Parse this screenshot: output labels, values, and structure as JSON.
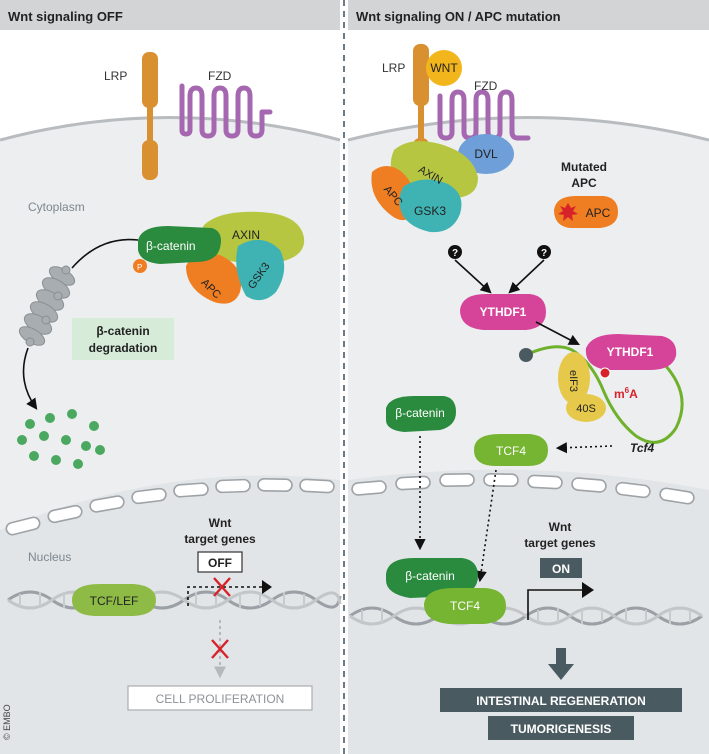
{
  "left_panel": {
    "title": "Wnt signaling OFF",
    "lrp": "LRP",
    "fzd": "FZD",
    "cytoplasm": "Cytoplasm",
    "beta_catenin": "β-catenin",
    "axin": "AXIN",
    "apc": "APC",
    "gsk3": "GSK3",
    "phospho": "P",
    "degradation_line1": "β-catenin",
    "degradation_line2": "degradation",
    "nucleus": "Nucleus",
    "target_line1": "Wnt",
    "target_line2": "target genes",
    "status": "OFF",
    "tcf_lef": "TCF/LEF",
    "outcome": "CELL PROLIFERATION"
  },
  "right_panel": {
    "title": "Wnt signaling ON / APC mutation",
    "lrp": "LRP",
    "wnt": "WNT",
    "fzd": "FZD",
    "dvl": "DVL",
    "axin": "AXIN",
    "apc": "APC",
    "gsk3": "GSK3",
    "mutated_line1": "Mutated",
    "mutated_line2": "APC",
    "mutated_apc": "APC",
    "question": "?",
    "ythdf1": "YTHDF1",
    "ythdf1_bound": "YTHDF1",
    "eif3": "eIF3",
    "ribosome_40s": "40S",
    "m6a_base": "m",
    "m6a_sup": "6",
    "m6a_tail": "A",
    "tcf4_mrna": "Tcf4",
    "beta_catenin": "β-catenin",
    "tcf4": "TCF4",
    "nuclear_beta_catenin": "β-catenin",
    "nuclear_tcf4": "TCF4",
    "target_line1": "Wnt",
    "target_line2": "target genes",
    "status": "ON",
    "outcome1": "INTESTINAL REGENERATION",
    "outcome2": "TUMORIGENESIS"
  },
  "credit": "© EMBO",
  "colors": {
    "title_bar": "#d2d4d6",
    "cytoplasm": "#eceeef",
    "nucleus": "#e2e5e7",
    "orange_receptor": "#d99030",
    "fzd_purple": "#a567b0",
    "beta_catenin": "#2a8a3e",
    "axin": "#b7c640",
    "apc": "#ef7d22",
    "gsk3": "#3fb3b3",
    "dvl": "#6f9fd8",
    "wnt": "#f2b51c",
    "ythdf1": "#d6449a",
    "tcf4": "#75b531",
    "degradation_box": "#d6ecd9",
    "dark_box": "#4a5a61",
    "red": "#d7222a"
  }
}
